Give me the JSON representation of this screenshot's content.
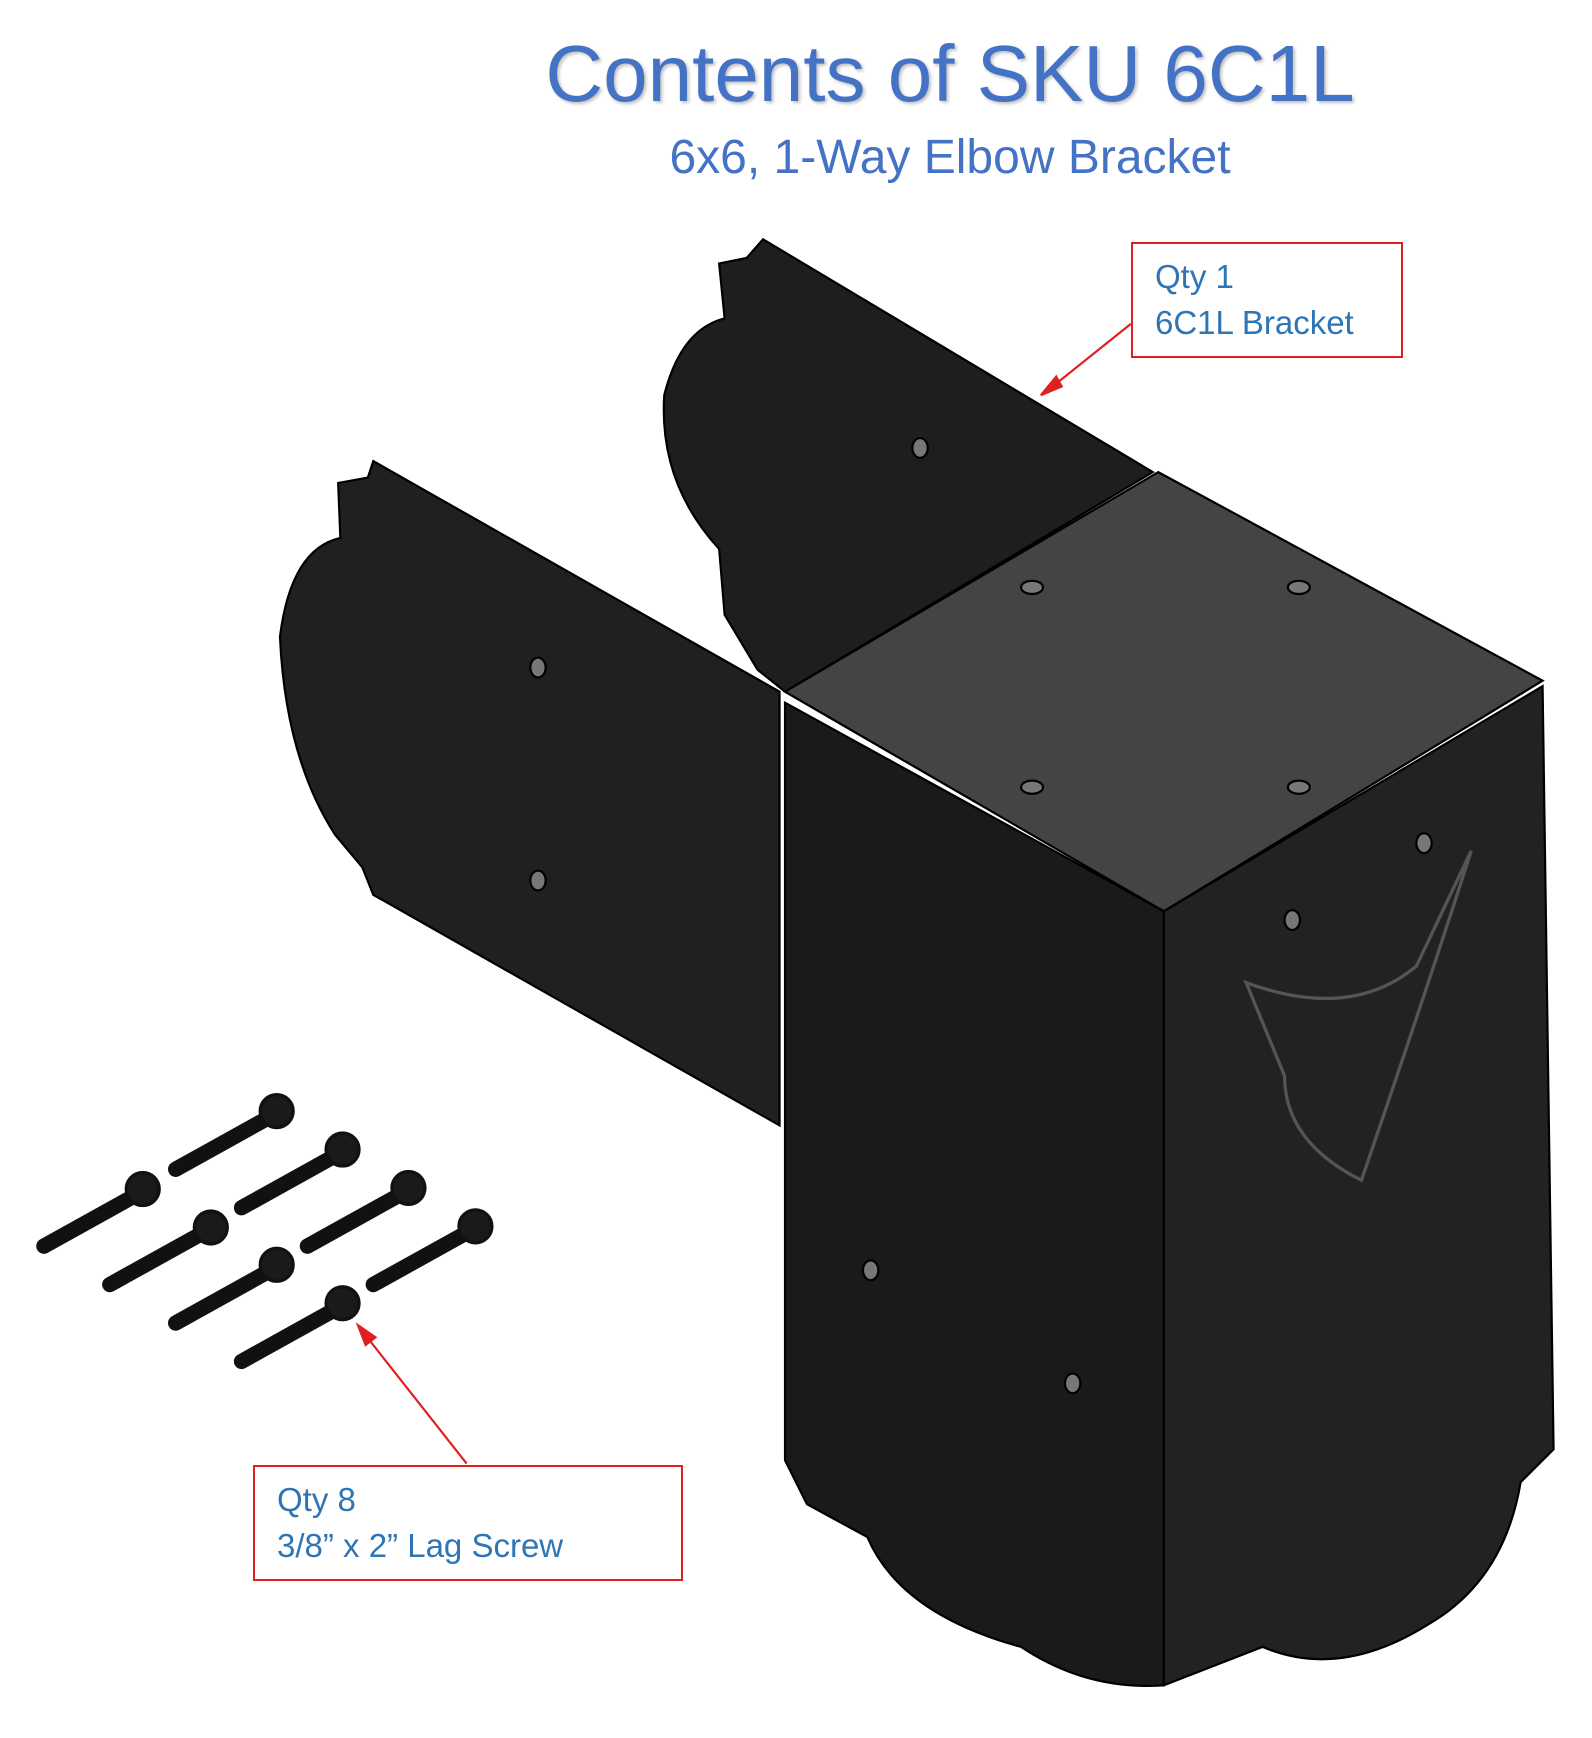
{
  "header": {
    "title": "Contents of SKU 6C1L",
    "subtitle": "6x6, 1-Way Elbow Bracket"
  },
  "callouts": [
    {
      "qty": "Qty 1",
      "item": "6C1L Bracket"
    },
    {
      "qty": "Qty 8",
      "item": "3/8” x 2” Lag Screw"
    }
  ],
  "colors": {
    "title": "#4472c4",
    "callout_text": "#2e75b6",
    "callout_border": "#e02020",
    "bracket": "#1c1c1c"
  }
}
